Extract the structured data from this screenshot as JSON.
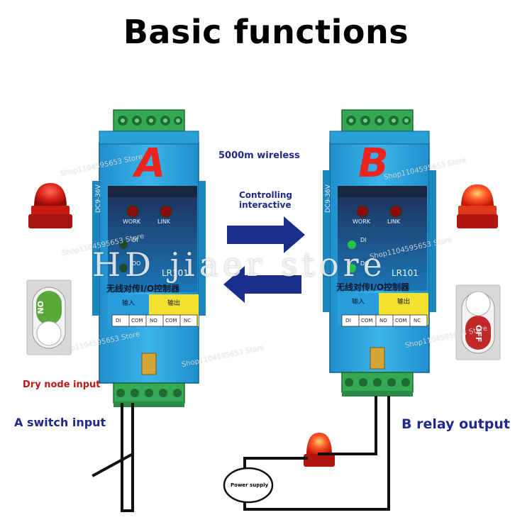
{
  "title": "Basic functions",
  "labels": {
    "wireless": "5000m wireless",
    "controlling": "Controlling",
    "interactive": "interactive",
    "dry_node": "Dry node input",
    "a_switch": "A switch input",
    "b_relay": "B relay output",
    "power_supply": "Power supply"
  },
  "devices": {
    "a": {
      "letter": "A",
      "model": "LR101",
      "name": "无线对传I/O控制器",
      "voltage": "DC9-36V",
      "work": "WORK",
      "link": "LINK",
      "di": "DI",
      "do": "DO",
      "input": "输入",
      "output": "输出",
      "terminals": [
        "DI",
        "COM",
        "NO",
        "COM",
        "NC"
      ]
    },
    "b": {
      "letter": "B",
      "model": "LR101",
      "name": "无线对传I/O控制器",
      "voltage": "DC9-36V",
      "work": "WORK",
      "link": "LINK",
      "di": "DI",
      "do": "DO",
      "input": "输入",
      "output": "输出",
      "terminals": [
        "DI",
        "COM",
        "NO",
        "COM",
        "NC"
      ]
    }
  },
  "switches": {
    "on": "ON",
    "off": "OFF"
  },
  "watermark": "HD jiaer store",
  "shop_watermark": "Shop1104595653 Store",
  "colors": {
    "body_blue": "#2ea8e0",
    "terminal_green": "#3caf55",
    "letter_red": "#e8261f",
    "arrow_blue": "#1a2e8c",
    "label_navy": "#1f2a8a",
    "label_red": "#c01818"
  }
}
